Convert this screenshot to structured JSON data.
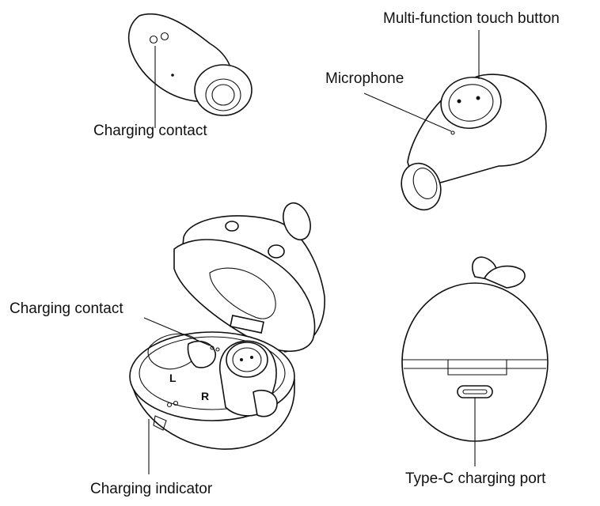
{
  "labels": {
    "earbud_charging_contact": "Charging contact",
    "touch_button": "Multi-function touch button",
    "microphone": "Microphone",
    "case_charging_contact": "Charging contact",
    "charging_indicator": "Charging indicator",
    "type_c_port": "Type-C charging port"
  },
  "case_marks": {
    "left": "L",
    "right": "R"
  },
  "colors": {
    "line": "#111111",
    "background": "#ffffff"
  }
}
